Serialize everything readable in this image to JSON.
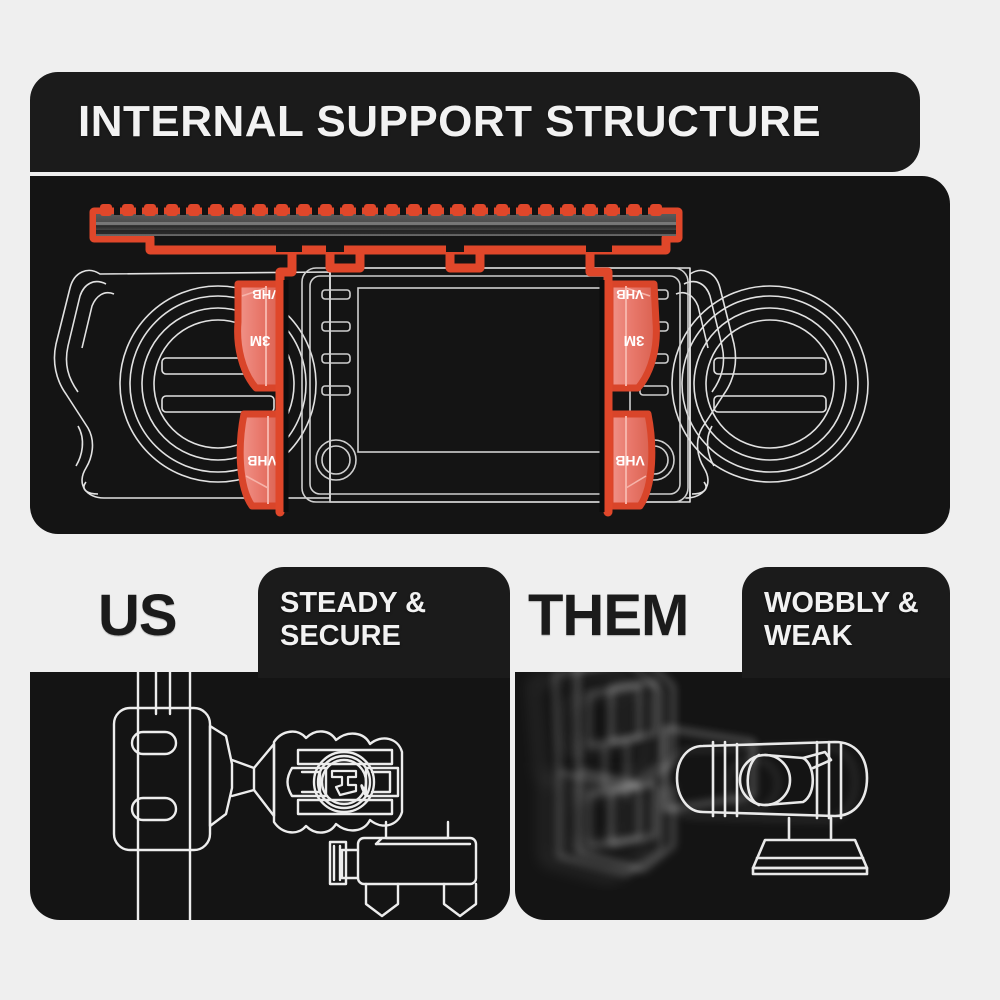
{
  "page": {
    "background_color": "#efefef",
    "panel_color": "#141414",
    "banner_color": "#1b1b1b",
    "accent_red": "#e0472a",
    "tape_pink": "#ef8378",
    "line_white": "#e8e8e8",
    "rail_gray": "#4d4d4d"
  },
  "header": {
    "title": "INTERNAL SUPPORT STRUCTURE"
  },
  "hero": {
    "caption": "Dashboard cutaway showing internal support bracket",
    "rail_label": "serrated-support-rail",
    "tape_labels": [
      "VHB",
      "3M",
      "VHB",
      "VHB",
      "3M",
      "VHB"
    ],
    "tape_brand": "3M",
    "tape_product": "VHB"
  },
  "comparison": {
    "left": {
      "badge": "US",
      "caption_line1": "STEADY &",
      "caption_line2": "SECURE",
      "illustration": "phone-mount-steady"
    },
    "right": {
      "badge": "THEM",
      "caption_line1": "WOBBLY &",
      "caption_line2": "WEAK",
      "illustration": "phone-mount-wobbly-blurred"
    }
  }
}
